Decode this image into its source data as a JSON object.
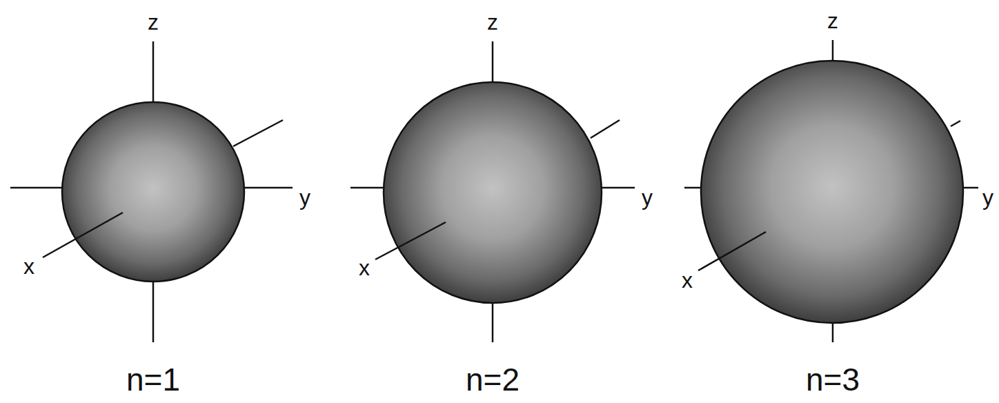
{
  "diagram": {
    "labels": [
      "z",
      "y",
      "x",
      "n=1",
      "z",
      "y",
      "x",
      "n=2",
      "z",
      "y",
      "x",
      "n=3"
    ]
  }
}
